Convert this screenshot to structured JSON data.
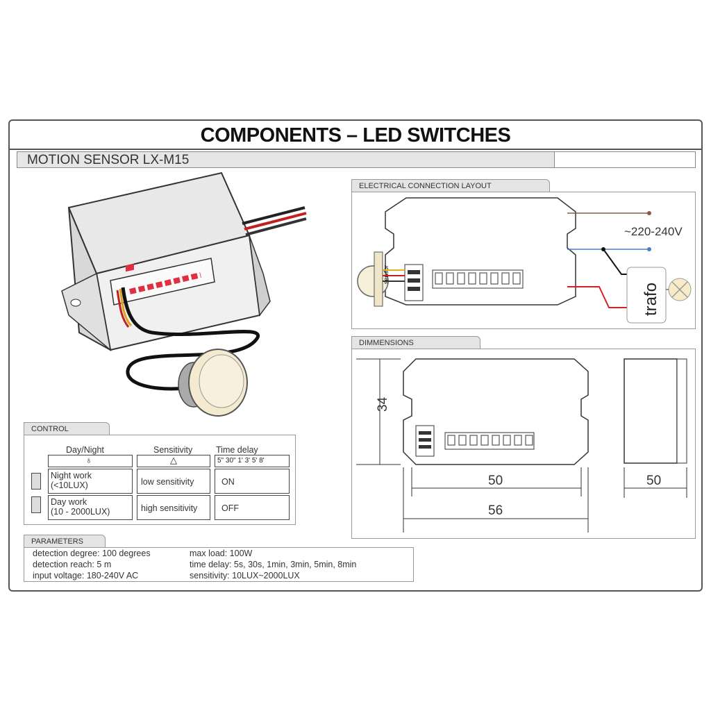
{
  "header": {
    "title": "COMPONENTS – LED SWITCHES",
    "product": "MOTION SENSOR LX-M15"
  },
  "connection": {
    "tab": "ELECTRICAL CONNECTION LAYOUT",
    "voltage": "~220-240V",
    "trafo": "trafo",
    "sensor": "sensor"
  },
  "dimensions": {
    "tab": "DIMMENSIONS",
    "height": "34",
    "inner_width": "50",
    "outer_width": "56",
    "depth": "50"
  },
  "control": {
    "tab": "CONTROL",
    "columns": [
      "Day/Night",
      "Sensitivity",
      "Time delay"
    ],
    "time_ticks": "5\" 30\" 1' 3' 5' 8'",
    "rows": [
      {
        "daynight": "Night work\n(<10LUX)",
        "sensitivity": "low sensitivity",
        "delay": "ON"
      },
      {
        "daynight": "Day work\n(10 - 2000LUX)",
        "sensitivity": "high sensitivity",
        "delay": "OFF"
      }
    ]
  },
  "parameters": {
    "tab": "PARAMETERS",
    "left": [
      "detection degree: 100 degrees",
      "detection reach: 5 m",
      "input voltage: 180-240V AC"
    ],
    "right": [
      "max load: 100W",
      "time delay: 5s, 30s, 1min, 3min, 5min, 8min",
      "sensitivity: 10LUX~2000LUX"
    ]
  },
  "colors": {
    "wire_brown": "#8a5a4a",
    "wire_blue": "#4a7fc0",
    "wire_red": "#d42020",
    "led_red": "#e03040"
  }
}
